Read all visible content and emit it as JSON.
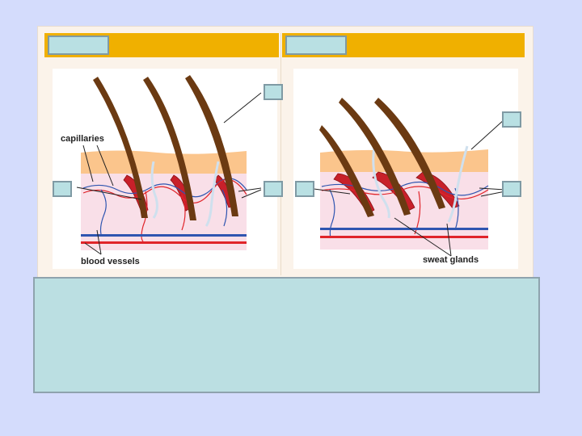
{
  "left_panel": {
    "capillaries_label": "capillaries",
    "blood_vessels_label": "blood vessels"
  },
  "right_panel": {
    "sweat_glands_label": "sweat glands"
  },
  "colors": {
    "background": "#d4dcfc",
    "header_bar": "#f0b000",
    "label_box_fill": "#b9e0e3",
    "label_box_border": "#7f9aa4",
    "caption_box": "#bbdfe2",
    "epidermis": "#fbc58c",
    "dermis": "#f9dfe8",
    "hair": "#6b3a12",
    "muscle": "#c8202a",
    "artery": "#e0242a",
    "vein": "#2f55b0",
    "sweat_gland": "#cfe0ee"
  }
}
